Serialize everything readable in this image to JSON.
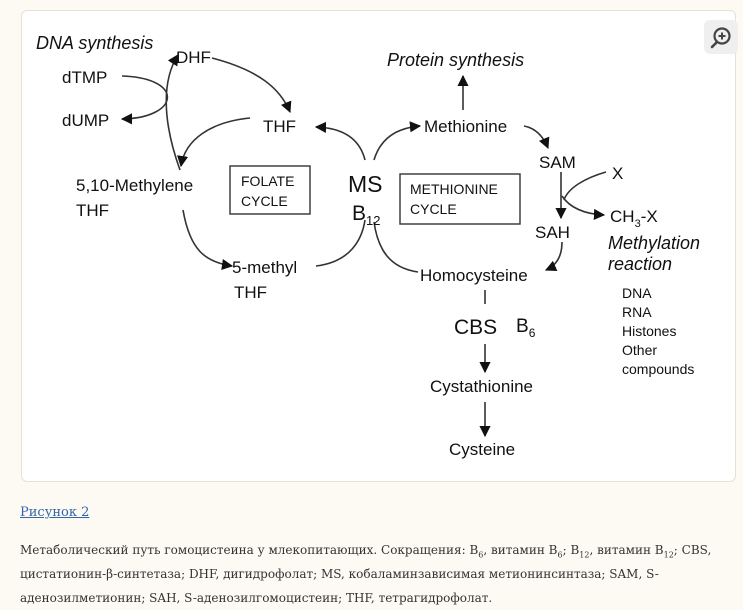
{
  "figure": {
    "link_label": "Рисунок 2",
    "zoom_icon": "zoom-in-icon",
    "diagram": {
      "dna_synthesis": "DNA synthesis",
      "dhf": "DHF",
      "dtmp": "dTMP",
      "dump": "dUMP",
      "thf_top": "THF",
      "methylene_1": "5,10-Methylene",
      "methylene_2": "THF",
      "folate_1": "FOLATE",
      "folate_2": "CYCLE",
      "methyl_1": "5-methyl",
      "methyl_2": "THF",
      "ms": "MS",
      "b12_main": "B",
      "b12_sub": "12",
      "protein_synthesis": "Protein synthesis",
      "methionine": "Methionine",
      "methionine_cycle_1": "METHIONINE",
      "methionine_cycle_2": "CYCLE",
      "sam": "SAM",
      "x": "X",
      "sah": "SAH",
      "ch3x_pre": "CH",
      "ch3x_sub": "3",
      "ch3x_post": "-X",
      "methylation_1": "Methylation",
      "methylation_2": "reaction",
      "homocysteine": "Homocysteine",
      "cbs": "CBS",
      "b6_main": "B",
      "b6_sub": "6",
      "cystathionine": "Cystathionine",
      "cysteine": "Cysteine",
      "targets": [
        "DNA",
        "RNA",
        "Histones",
        "Other",
        "compounds"
      ]
    }
  },
  "caption": {
    "intro": "Метаболический путь гомоцистеина у млекопитающих. Сокращения: B",
    "b6_sub": "6",
    "b6_text": ", витамин B",
    "b6_sub2": "6",
    "sep1": "; B",
    "b12_sub": "12",
    "b12_text": ", витамин B",
    "b12_sub2": "12",
    "rest": "; CBS, цистатионин-β-синтетаза; DHF, дигидрофолат; MS, кобаламинзависимая метионинсинтаза; SAM, S-аденозилметионин; SAH, S-аденозилгомоцистеин; THF, тетрагидрофолат."
  }
}
